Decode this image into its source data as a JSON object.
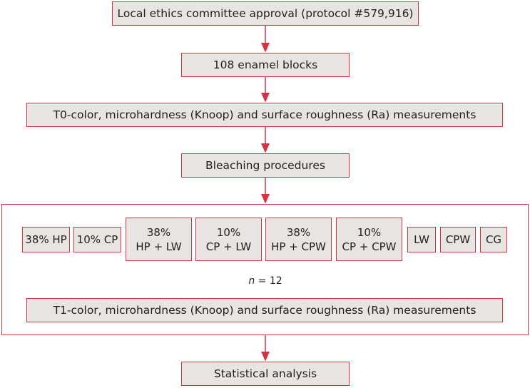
{
  "colors": {
    "border": "#d6333f",
    "box_fill": "#e7e4e2",
    "arrow": "#d6333f",
    "text": "#231f20"
  },
  "steps": {
    "ethics": "Local ethics committee approval (protocol #579,916)",
    "blocks": "108 enamel blocks",
    "t0": "T0-color, microhardness (Knoop) and surface roughness (Ra) measurements",
    "bleaching": "Bleaching procedures",
    "t1": "T1-color, microhardness (Knoop) and surface roughness (Ra) measurements",
    "stats": "Statistical analysis"
  },
  "groups": [
    {
      "line1": "38% HP",
      "line2": ""
    },
    {
      "line1": "10% CP",
      "line2": ""
    },
    {
      "line1": "38%",
      "line2": "HP + LW"
    },
    {
      "line1": "10%",
      "line2": "CP + LW"
    },
    {
      "line1": "38%",
      "line2": "HP + CPW"
    },
    {
      "line1": "10%",
      "line2": "CP + CPW"
    },
    {
      "line1": "LW",
      "line2": ""
    },
    {
      "line1": "CPW",
      "line2": ""
    },
    {
      "line1": "CG",
      "line2": ""
    }
  ],
  "sample": {
    "n_symbol": "n",
    "n_value": "= 12"
  }
}
